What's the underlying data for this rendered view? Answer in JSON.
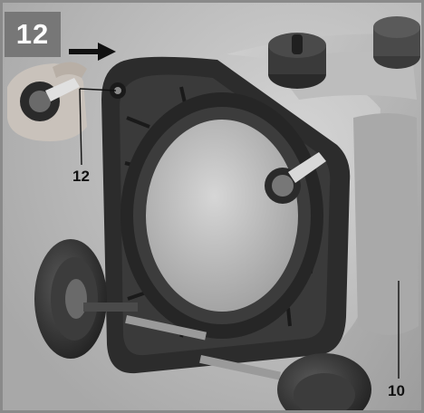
{
  "figure": {
    "step_number": "12",
    "callouts": {
      "lever_part": "12",
      "housing_part": "10"
    },
    "icons": {
      "direction_arrow": "arrow-right-icon"
    }
  }
}
